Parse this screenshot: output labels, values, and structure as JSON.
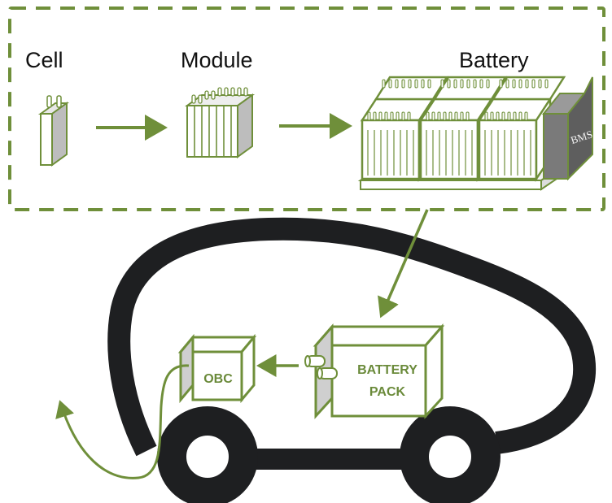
{
  "stages": {
    "cell": "Cell",
    "module": "Module",
    "battery": "Battery"
  },
  "bms_label": "BMS",
  "battery_pack": {
    "line1": "BATTERY",
    "line2": "PACK"
  },
  "obc_label": "OBC",
  "colors": {
    "accent": "#6f8f3a",
    "car_body": "#1e1f21",
    "cell_gray": "#c8c8c8",
    "bms_gray": "#6b6b6b"
  },
  "icons": [
    "cell-icon",
    "module-icon",
    "battery-icon",
    "car-body-icon",
    "wheel-icon",
    "plug-icon"
  ]
}
